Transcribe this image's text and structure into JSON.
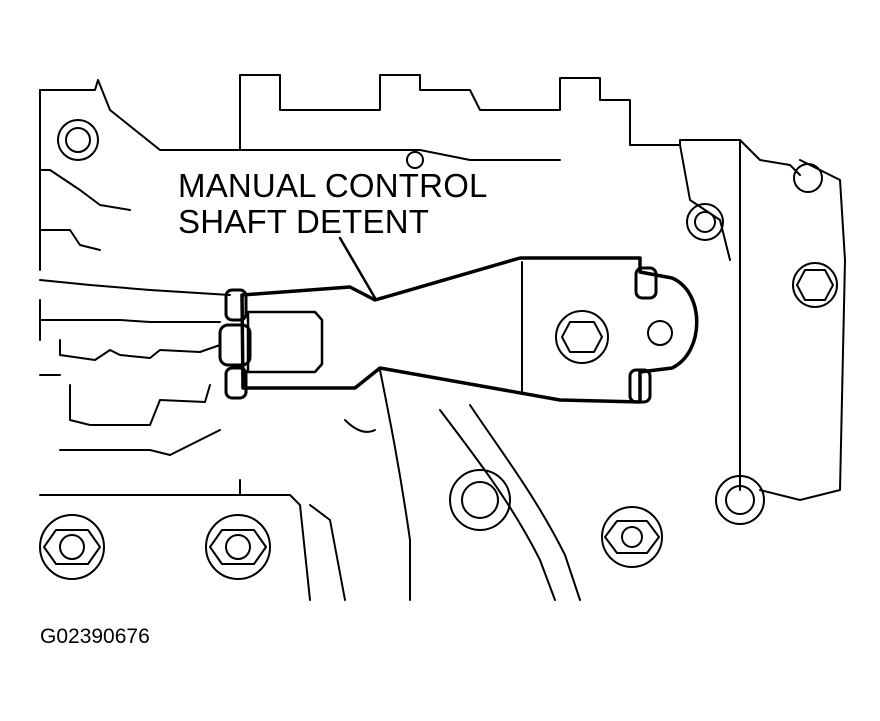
{
  "callout": {
    "line1": "MANUAL CONTROL",
    "line2": "SHAFT DETENT"
  },
  "figure_id": "G02390676",
  "colors": {
    "ink": "#000000",
    "paper": "#ffffff"
  }
}
